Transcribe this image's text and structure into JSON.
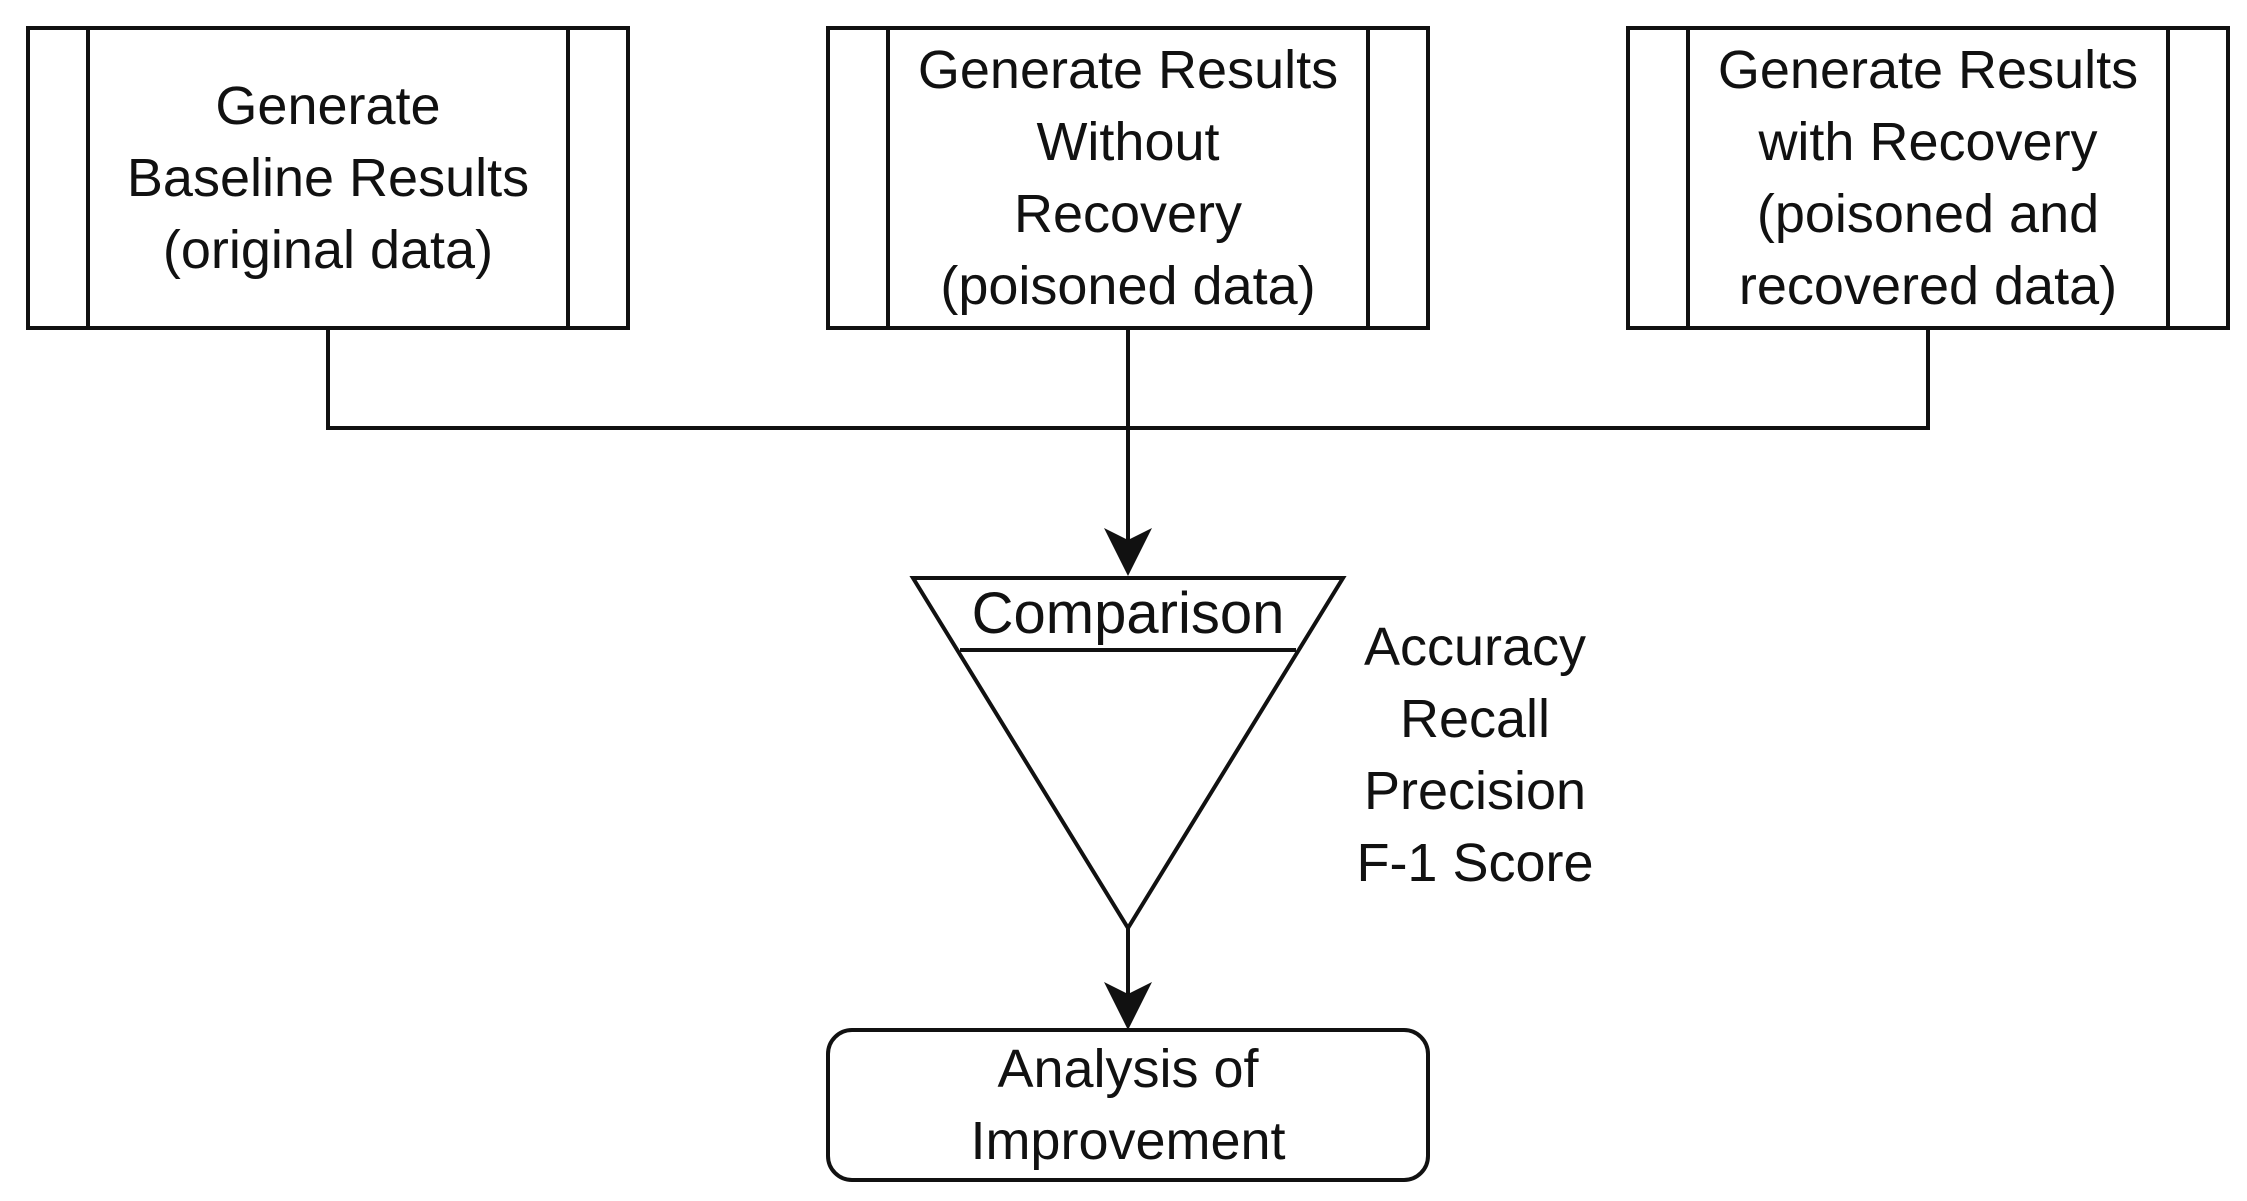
{
  "process_boxes": [
    {
      "id": "baseline",
      "lines": [
        "Generate",
        "Baseline Results",
        "(original data)"
      ]
    },
    {
      "id": "without-recovery",
      "lines": [
        "Generate Results",
        "Without",
        "Recovery",
        "(poisoned data)"
      ]
    },
    {
      "id": "with-recovery",
      "lines": [
        "Generate Results",
        "with Recovery",
        "(poisoned and",
        "recovered data)"
      ]
    }
  ],
  "comparison": {
    "label": "Comparison"
  },
  "metrics": [
    "Accuracy",
    "Recall",
    "Precision",
    "F-1 Score"
  ],
  "outcome": {
    "lines": [
      "Analysis of",
      "Improvement"
    ]
  },
  "colors": {
    "stroke": "#111111",
    "fill": "#ffffff",
    "text": "#111111"
  }
}
